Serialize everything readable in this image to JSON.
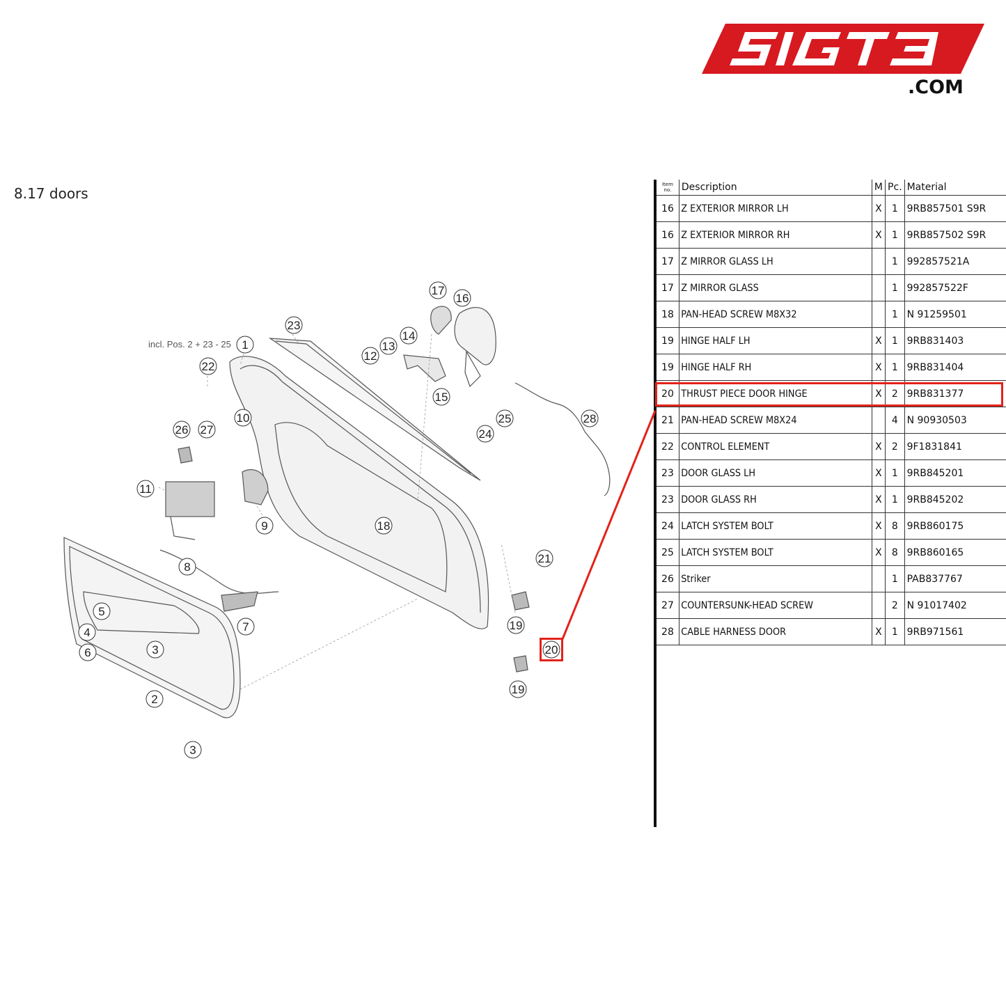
{
  "logo": {
    "text": "SIGT3",
    "domain": ".COM",
    "color": "#d71920"
  },
  "section_title": "8.17  doors",
  "diagram": {
    "note": "incl. Pos. 2 + 23 - 25",
    "callouts": [
      "1",
      "2",
      "3",
      "3",
      "4",
      "5",
      "6",
      "7",
      "8",
      "9",
      "10",
      "11",
      "12",
      "13",
      "14",
      "15",
      "16",
      "17",
      "18",
      "19",
      "19",
      "20",
      "21",
      "22",
      "23",
      "24",
      "25",
      "26",
      "27",
      "28"
    ],
    "highlighted_callout": "20"
  },
  "table": {
    "headers": {
      "item": "Item no.",
      "description": "Description",
      "m": "M",
      "pc": "Pc.",
      "material": "Material"
    },
    "rows": [
      {
        "item": "16",
        "description": "Z EXTERIOR MIRROR LH",
        "m": "X",
        "pc": "1",
        "material": "9RB857501 S9R"
      },
      {
        "item": "16",
        "description": "Z EXTERIOR MIRROR RH",
        "m": "X",
        "pc": "1",
        "material": "9RB857502 S9R"
      },
      {
        "item": "17",
        "description": "Z MIRROR GLASS LH",
        "m": "",
        "pc": "1",
        "material": "992857521A"
      },
      {
        "item": "17",
        "description": "Z MIRROR GLASS",
        "m": "",
        "pc": "1",
        "material": "992857522F"
      },
      {
        "item": "18",
        "description": "PAN-HEAD SCREW M8X32",
        "m": "",
        "pc": "1",
        "material": "N 91259501"
      },
      {
        "item": "19",
        "description": "HINGE HALF LH",
        "m": "X",
        "pc": "1",
        "material": "9RB831403"
      },
      {
        "item": "19",
        "description": "HINGE HALF RH",
        "m": "X",
        "pc": "1",
        "material": "9RB831404"
      },
      {
        "item": "20",
        "description": "THRUST PIECE DOOR HINGE",
        "m": "X",
        "pc": "2",
        "material": "9RB831377"
      },
      {
        "item": "21",
        "description": "PAN-HEAD SCREW M8X24",
        "m": "",
        "pc": "4",
        "material": "N 90930503"
      },
      {
        "item": "22",
        "description": "CONTROL ELEMENT",
        "m": "X",
        "pc": "2",
        "material": "9F1831841"
      },
      {
        "item": "23",
        "description": "DOOR GLASS LH",
        "m": "X",
        "pc": "1",
        "material": "9RB845201"
      },
      {
        "item": "23",
        "description": "DOOR GLASS RH",
        "m": "X",
        "pc": "1",
        "material": "9RB845202"
      },
      {
        "item": "24",
        "description": "LATCH SYSTEM BOLT",
        "m": "X",
        "pc": "8",
        "material": "9RB860175"
      },
      {
        "item": "25",
        "description": "LATCH SYSTEM BOLT",
        "m": "X",
        "pc": "8",
        "material": "9RB860165"
      },
      {
        "item": "26",
        "description": "Striker",
        "m": "",
        "pc": "1",
        "material": "PAB837767"
      },
      {
        "item": "27",
        "description": "COUNTERSUNK-HEAD SCREW",
        "m": "",
        "pc": "2",
        "material": "N 91017402"
      },
      {
        "item": "28",
        "description": "CABLE HARNESS DOOR",
        "m": "X",
        "pc": "1",
        "material": "9RB971561"
      }
    ]
  },
  "highlight_color": "#e2231a"
}
